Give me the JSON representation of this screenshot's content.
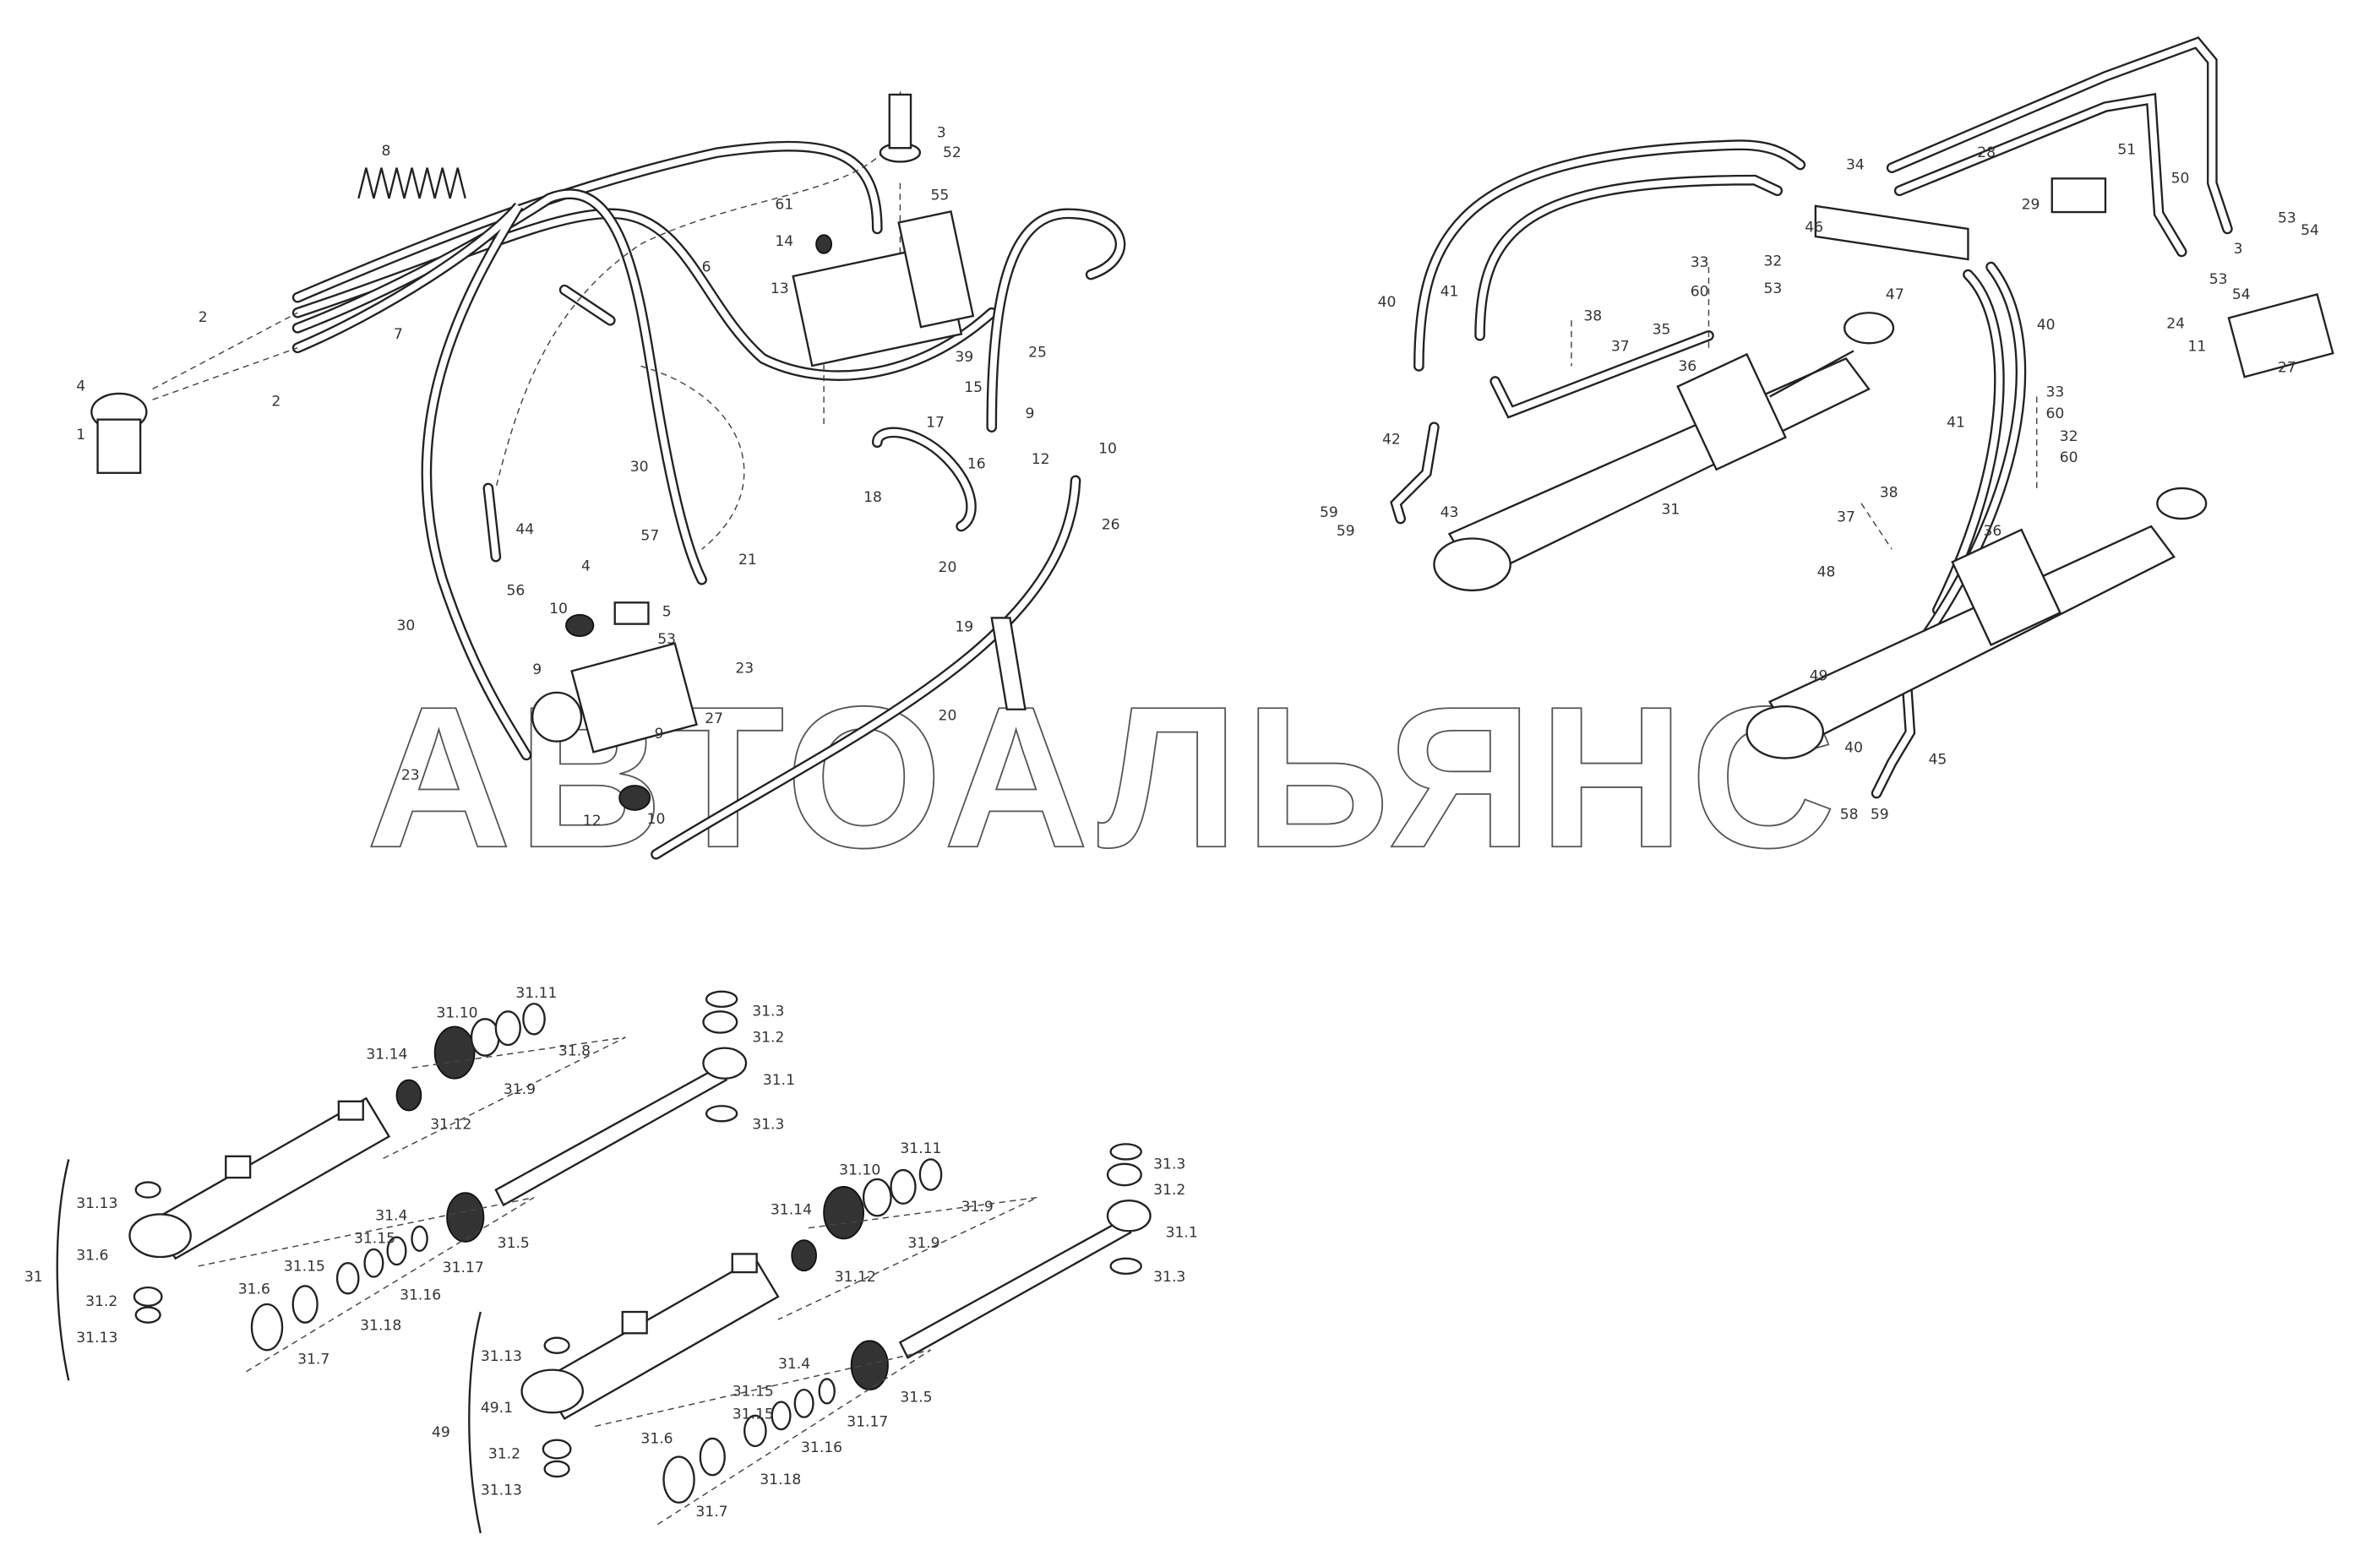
{
  "watermark": "АВТОАЛЬЯНС",
  "labels_left": [
    "8",
    "3",
    "52",
    "55",
    "61",
    "14",
    "13",
    "6",
    "7",
    "2",
    "2",
    "4",
    "1",
    "39",
    "25",
    "15",
    "17",
    "9",
    "12",
    "10",
    "16",
    "18",
    "30",
    "44",
    "21",
    "57",
    "4",
    "56",
    "10",
    "5",
    "53",
    "9",
    "23",
    "27",
    "9",
    "30",
    "23",
    "10",
    "12",
    "26",
    "20",
    "19",
    "20"
  ],
  "labels_right": [
    "28",
    "34",
    "29",
    "51",
    "50",
    "53",
    "54",
    "3",
    "53",
    "54",
    "24",
    "11",
    "27",
    "46",
    "33",
    "32",
    "60",
    "53",
    "47",
    "40",
    "41",
    "38",
    "35",
    "37",
    "36",
    "40",
    "41",
    "33",
    "60",
    "32",
    "60",
    "38",
    "37",
    "36",
    "31",
    "42",
    "43",
    "59",
    "59",
    "48",
    "49",
    "40",
    "45",
    "58",
    "59"
  ],
  "labels_cyl31": [
    "31.11",
    "31.10",
    "31.8",
    "31.14",
    "31.9",
    "31.12",
    "31.3",
    "31.2",
    "31.1",
    "31.3",
    "31.13",
    "31.6",
    "31.2",
    "31.13",
    "31",
    "31.4",
    "31.5",
    "31.15",
    "31.17",
    "31.15",
    "31.16",
    "31.6",
    "31.18",
    "31.7"
  ],
  "labels_cyl49": [
    "31.11",
    "31.10",
    "31.9",
    "31.14",
    "31.9",
    "31.12",
    "31.3",
    "31.2",
    "31.1",
    "31.3",
    "31.13",
    "49.1",
    "31.2",
    "31.13",
    "49",
    "31.4",
    "31.5",
    "31.15",
    "31.17",
    "31.15",
    "31.16",
    "31.6",
    "31.18",
    "31.7"
  ]
}
